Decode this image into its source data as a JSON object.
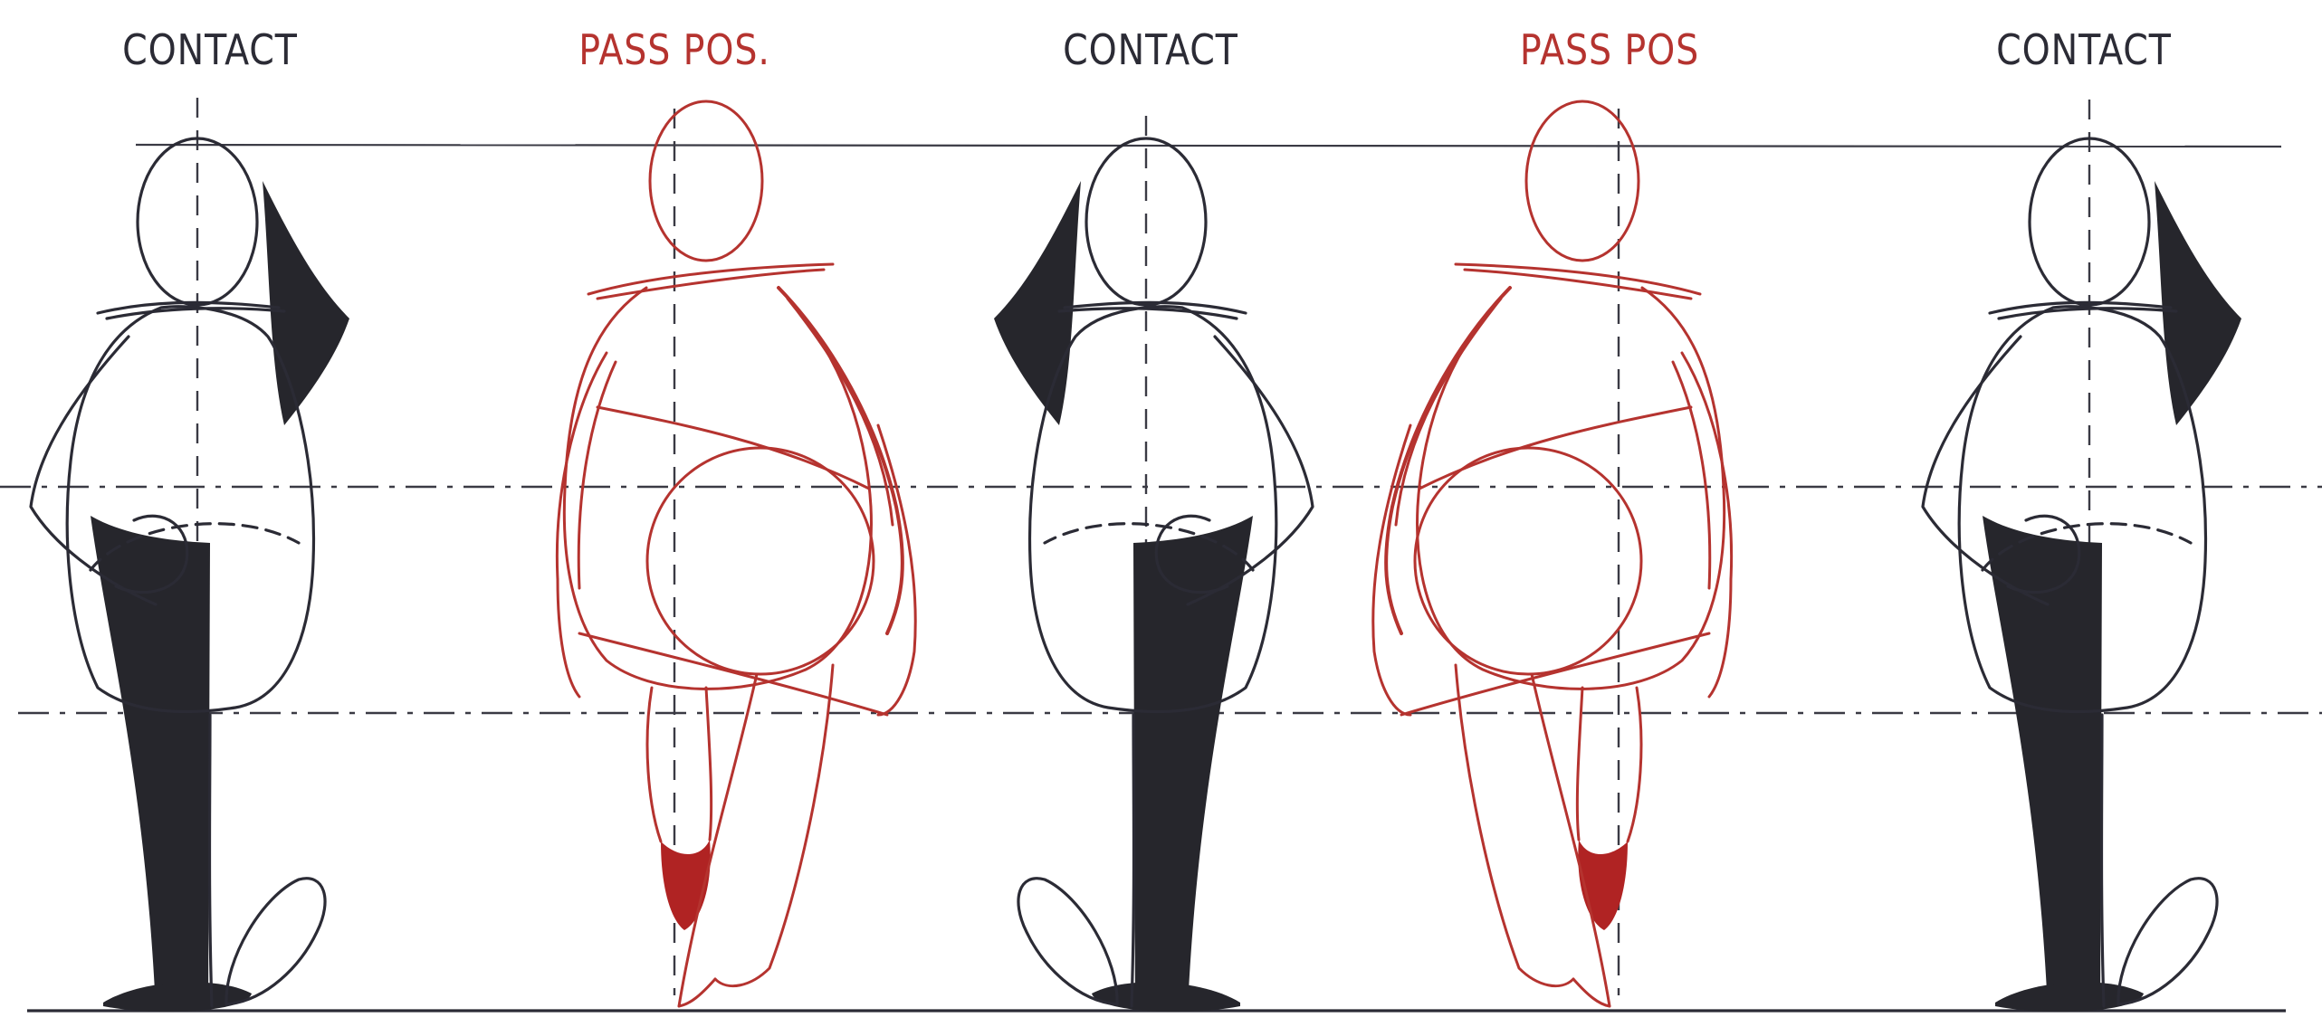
{
  "labels": [
    "CONTACT",
    "PASS POS.",
    "CONTACT",
    "PASS POS",
    "CONTACT"
  ],
  "colors": {
    "contact_ink": "#2b2b35",
    "contact_fill": "#26262c",
    "pass_ink": "#b5332f",
    "pass_fill": "#b02323",
    "guide": "#3a3a44",
    "paper": "#ffffff"
  }
}
